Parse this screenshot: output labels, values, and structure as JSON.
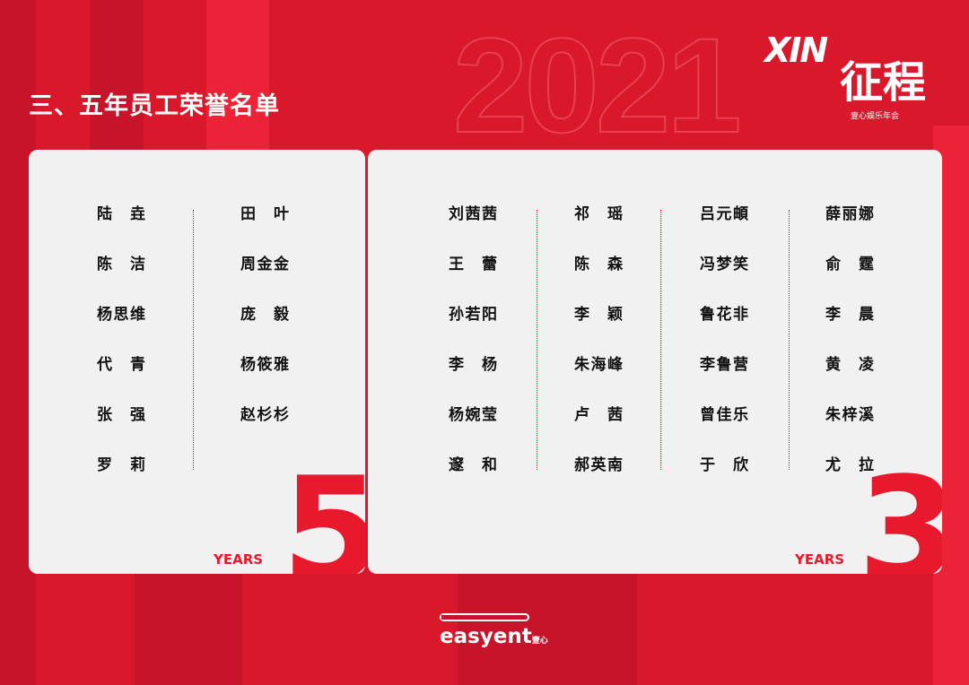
{
  "title": "三、五年员工荣誉名单",
  "year_text": "2021",
  "logo": {
    "text_x": "XIN",
    "text_main": "征程",
    "subtitle": "壹心娱乐年会"
  },
  "five_years": {
    "number": "5",
    "label": "YEARS",
    "columns": [
      [
        "陆垚",
        "陈洁",
        "杨思维",
        "代青",
        "张强",
        "罗莉"
      ],
      [
        "田叶",
        "周金金",
        "庞毅",
        "杨筱雅",
        "赵杉杉"
      ]
    ]
  },
  "three_years": {
    "number": "3",
    "label": "YEARS",
    "columns": [
      [
        "刘茜茜",
        "王蕾",
        "孙若阳",
        "李杨",
        "杨婉莹",
        "邃和"
      ],
      [
        "祁瑶",
        "陈森",
        "李颖",
        "朱海峰",
        "卢茜",
        "郝英南"
      ],
      [
        "吕元頔",
        "冯梦笑",
        "鲁花非",
        "李鲁营",
        "曾佳乐",
        "于欣"
      ],
      [
        "薛丽娜",
        "俞霆",
        "李晨",
        "黄凌",
        "朱梓溪",
        "尤拉"
      ]
    ]
  },
  "brand": {
    "name": "easyent",
    "cn": "壹心"
  },
  "colors": {
    "background": "#d9182b",
    "accent": "#e8192d",
    "card": "#f1f1f1"
  }
}
